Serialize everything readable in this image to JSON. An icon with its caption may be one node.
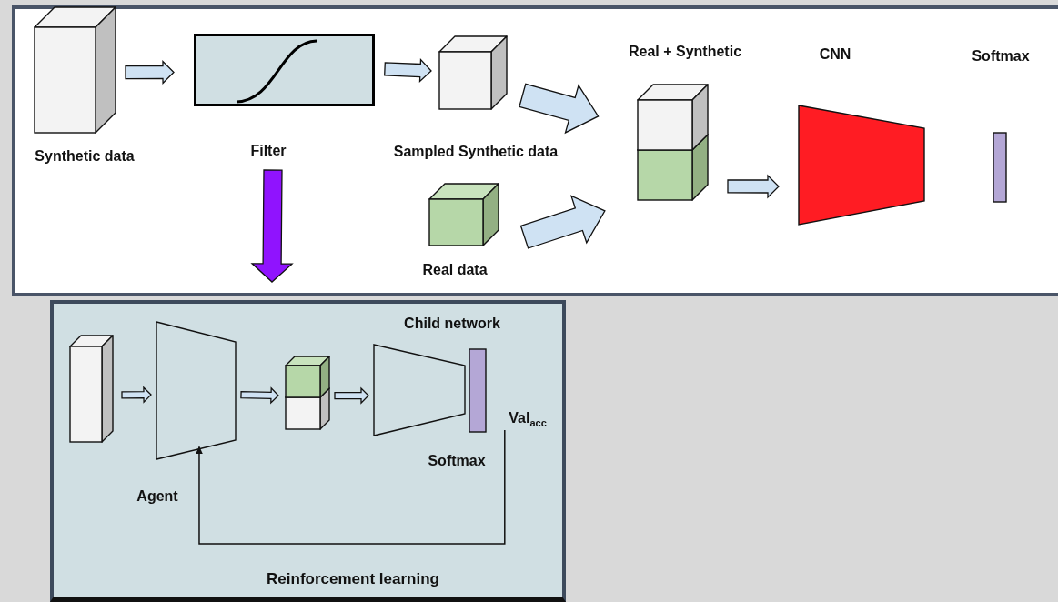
{
  "diagram": {
    "nodes": [
      {
        "text": [],
        "shape": "box"
      },
      {
        "text": [
          "Synthetic data"
        ],
        "in": 0
      },
      {
        "text": [
          "Filter"
        ],
        "in": 0
      },
      {
        "text": [
          "Sampled Synthetic data"
        ],
        "in": 0
      },
      {
        "text": [
          "Real data"
        ],
        "in": 0
      },
      {
        "text": [
          "Real + Synthetic"
        ],
        "in": 0
      },
      {
        "text": [
          "CNN"
        ],
        "in": 0
      },
      {
        "text": [],
        "shape": "bar",
        "in": 0
      },
      {
        "text": [
          "Reinforcement learning"
        ]
      },
      {
        "text": [],
        "shape": "box",
        "in": 8
      },
      {
        "text": [
          "Agent"
        ],
        "in": 8
      },
      {
        "text": [],
        "shape": "box",
        "in": 8
      },
      {
        "text": [
          "Child network"
        ],
        "in": 8
      },
      {
        "text": [
          "Softmax"
        ],
        "in": 8
      },
      {
        "text": [
          "Val$_{acc}$"
        ],
        "in": 8
      }
    ],
    "edges": [
      {
        "from": 1,
        "to": 2,
        "arrow": "to"
      },
      {
        "from": 2,
        "to": 3,
        "arrow": "to"
      },
      {
        "from": 3,
        "to": 5,
        "arrow": "to"
      },
      {
        "from": 4,
        "to": 5,
        "arrow": "to"
      },
      {
        "from": 5,
        "to": 6,
        "arrow": "to"
      },
      {
        "from": 2,
        "to": 8,
        "arrow": "to",
        "style": "thick",
        "color": "#9013fe"
      },
      {
        "from": 9,
        "to": 10,
        "arrow": "to"
      },
      {
        "from": 10,
        "to": 11,
        "arrow": "to"
      },
      {
        "from": 11,
        "to": 12,
        "arrow": "to"
      },
      {
        "from": 14,
        "to": 10,
        "arrow": "to"
      }
    ],
    "labels": [
      "Softmax"
    ]
  }
}
